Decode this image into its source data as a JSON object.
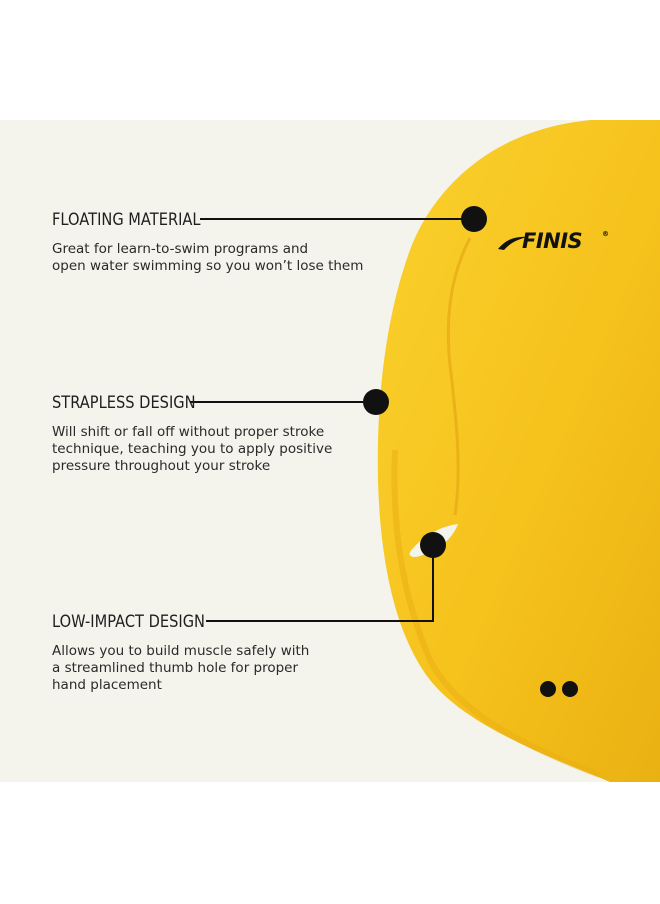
{
  "features": [
    {
      "title": "FLOATING MATERIAL",
      "description": "Great for learn-to-swim programs and\nopen water swimming so you won’t lose them"
    },
    {
      "title": "STRAPLESS DESIGN",
      "description": "Will shift or fall off without proper stroke\ntechnique, teaching you to apply positive\npressure throughout your stroke"
    },
    {
      "title": "LOW-IMPACT DESIGN",
      "description": "Allows you to build muscle safely with\na streamlined thumb hole for proper\nhand placement"
    }
  ],
  "brand": {
    "name": "FINIS",
    "mark": "®"
  },
  "colors": {
    "background": "#f4f3ec",
    "paddle": "#f6c21c",
    "paddle_shade": "#e8ac10",
    "ink": "#111111"
  },
  "icons": [
    "floating-material-marker-icon",
    "strapless-design-marker-icon",
    "low-impact-design-marker-icon"
  ]
}
